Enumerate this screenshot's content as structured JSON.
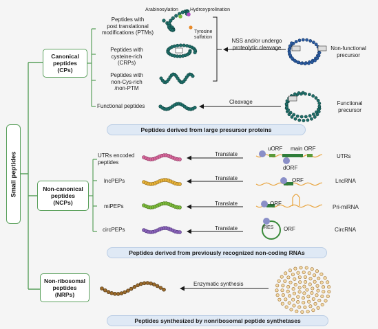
{
  "root_label": "Small peptides",
  "categories": {
    "canonical": "Canonical\npeptides\n(CPs)",
    "noncanonical": "Non-canonical\npeptides\n(NCPs)",
    "nonribosomal": "Non-ribosomal\npeptides\n(NRPs)"
  },
  "canonical": {
    "ptm": "Peptides with\npost translational\nmodifications (PTMs)",
    "crp": "Peptides with\ncysteine-rich\n(CRPs)",
    "noncys": "Peptides with\nnon-Cys-rich\n/non-PTM",
    "functional": "Functional peptides",
    "mod_arabinosylation": "Arabinosylation",
    "mod_hydroxyproline": "Hydroxyprolination",
    "mod_tyrosine": "Tyrosine\nsulfation",
    "cleavage_nss": "NSS and/or undergo\nproteolytic cleavage",
    "nonfunctional_precursor": "Non-functional\nprecursor",
    "cleavage": "Cleavage",
    "functional_precursor": "Functional\nprecursor",
    "banner": "Peptides derived from large presursor proteins"
  },
  "noncanonical": {
    "utr_peptides": "UTRs encoded\npeptides",
    "lncpeps": "lncPEPs",
    "mipeps": "miPEPs",
    "circpeps": "circPEPs",
    "translate": "Translate",
    "uorf": "uORF",
    "main_orf": "main ORF",
    "dorf": "dORF",
    "orf": "ORF",
    "ires": "IRES",
    "utrs": "UTRs",
    "lncrna": "LncRNA",
    "primirna": "Pri-miRNA",
    "circrna": "CircRNA",
    "banner": "Peptides derived from previously recognized non-coding RNAs"
  },
  "nonribosomal": {
    "enzymatic": "Enzymatic synthesis",
    "banner": "Peptides synthesized by nonribosomal peptide synthetases"
  },
  "colors": {
    "frame_green": "#5aa05c",
    "banner_fill": "#dfe9f5",
    "bead_teal": "#1f6f6a",
    "bead_blue": "#2a5aa0",
    "bead_pink": "#d6699b",
    "bead_yellow": "#e8b43a",
    "bead_green": "#7dbb3c",
    "bead_purple": "#8a64b8",
    "bead_brown": "#9a6a2a"
  }
}
